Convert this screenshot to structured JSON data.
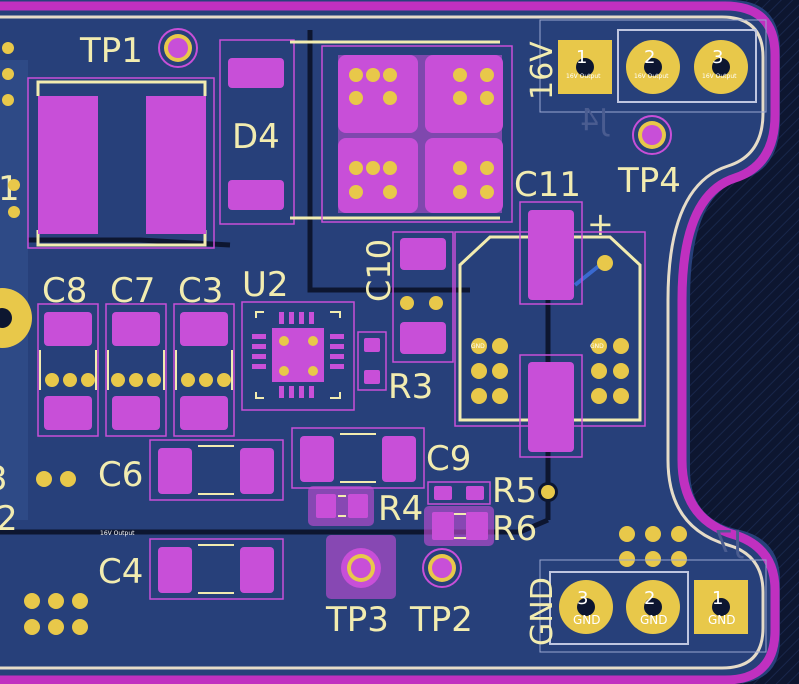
{
  "designators": {
    "tp1": "TP1",
    "d4": "D4",
    "c11": "C11",
    "tp4": "TP4",
    "c8": "C8",
    "c7": "C7",
    "c3": "C3",
    "u2": "U2",
    "c10": "C10",
    "r3": "R3",
    "c6": "C6",
    "c9": "C9",
    "r4": "R4",
    "r5": "R5",
    "r6": "R6",
    "c4": "C4",
    "tp3": "TP3",
    "tp2": "TP2",
    "left_partial_1": "1",
    "left_partial_2": "2",
    "left_partial_3": "3"
  },
  "connectors": {
    "top": {
      "net_label": "16V",
      "ref_mirrored": "J4",
      "pads": [
        {
          "number": "1",
          "net": "16V Output"
        },
        {
          "number": "2",
          "net": "16V Output"
        },
        {
          "number": "3",
          "net": "16V Output"
        }
      ]
    },
    "bottom": {
      "net_label": "GND",
      "ref_mirrored": "J7",
      "pads": [
        {
          "number": "3",
          "net": "GND"
        },
        {
          "number": "2",
          "net": "GND"
        },
        {
          "number": "1",
          "net": "GND"
        }
      ]
    }
  },
  "nets": {
    "gnd": "GND",
    "out": "16V Output",
    "trace_label": "16V Output"
  },
  "polarity": "+",
  "colors": {
    "background": "#0d1630",
    "copper": "#27407a",
    "pad": "#c84fd8",
    "silkscreen": "#f2ecb0",
    "edge_cuts": "#c030c0",
    "via_ring": "#e8c84a"
  }
}
